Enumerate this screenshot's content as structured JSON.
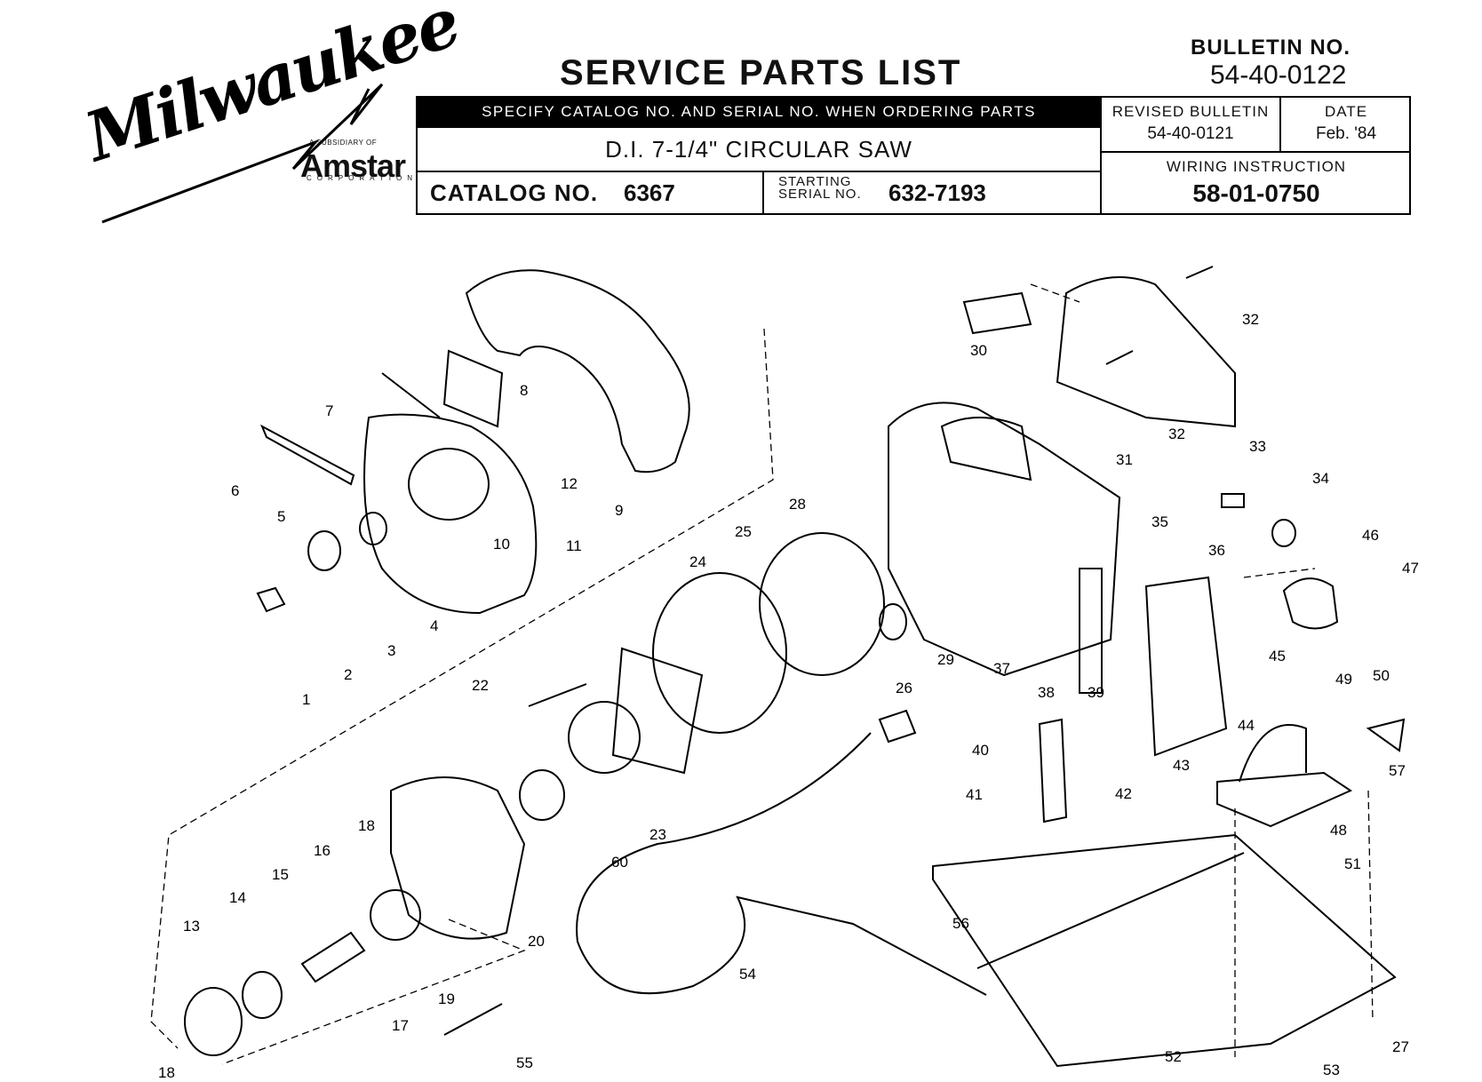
{
  "header": {
    "brand": "Milwaukee",
    "subsidiary": "A SUBSIDIARY OF",
    "parent": "Amstar",
    "corporation": "CORPORATION",
    "title": "SERVICE PARTS LIST",
    "bulletin_label": "BULLETIN NO.",
    "bulletin_no": "54-40-0122",
    "specify_note": "SPECIFY CATALOG NO. AND SERIAL NO. WHEN ORDERING PARTS",
    "product": "D.I. 7-1/4\" CIRCULAR SAW",
    "catalog_label": "CATALOG NO.",
    "catalog_no": "6367",
    "starting_label_1": "STARTING",
    "starting_label_2": "SERIAL NO.",
    "starting_serial": "632-7193",
    "revised_label": "REVISED BULLETIN",
    "revised_no": "54-40-0121",
    "date_label": "DATE",
    "date": "Feb. '84",
    "wiring_label": "WIRING INSTRUCTION",
    "wiring_no": "58-01-0750"
  },
  "callouts": [
    "1",
    "2",
    "3",
    "4",
    "5",
    "6",
    "7",
    "8",
    "9",
    "10",
    "11",
    "12",
    "13",
    "14",
    "15",
    "16",
    "17",
    "18",
    "18",
    "19",
    "20",
    "22",
    "23",
    "24",
    "25",
    "26",
    "27",
    "28",
    "29",
    "30",
    "31",
    "32",
    "32",
    "33",
    "34",
    "35",
    "36",
    "37",
    "38",
    "39",
    "40",
    "41",
    "42",
    "43",
    "44",
    "45",
    "46",
    "47",
    "48",
    "49",
    "50",
    "51",
    "52",
    "53",
    "54",
    "55",
    "56",
    "57",
    "60"
  ]
}
